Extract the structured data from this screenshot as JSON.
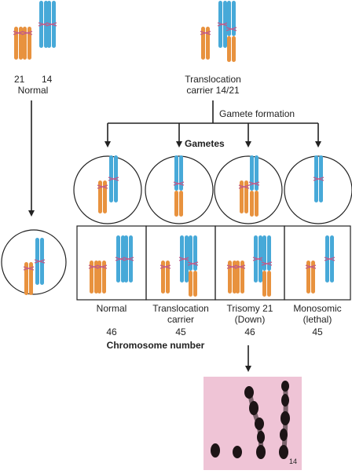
{
  "top": {
    "num_21": "21",
    "num_14": "14",
    "normal": "Normal",
    "carrier_line1": "Translocation",
    "carrier_line2": "carrier 14/21",
    "gamete_formation": "Gamete formation",
    "gametes": "Gametes"
  },
  "offspring": [
    {
      "label_line1": "Normal",
      "label_line2": "",
      "count": "46"
    },
    {
      "label_line1": "Translocation",
      "label_line2": "carrier",
      "count": "45"
    },
    {
      "label_line1": "Trisomy 21",
      "label_line2": "(Down)",
      "count": "46"
    },
    {
      "label_line1": "Monosomic",
      "label_line2": "(lethal)",
      "count": "45"
    }
  ],
  "chromosome_number_label": "Chromosome number",
  "photo_label": "14",
  "colors": {
    "chr21": "#e8923e",
    "chr14": "#47a9d8",
    "centromere": "#c25a8a",
    "line": "#222222",
    "photo_bg": "#efc4d6"
  }
}
